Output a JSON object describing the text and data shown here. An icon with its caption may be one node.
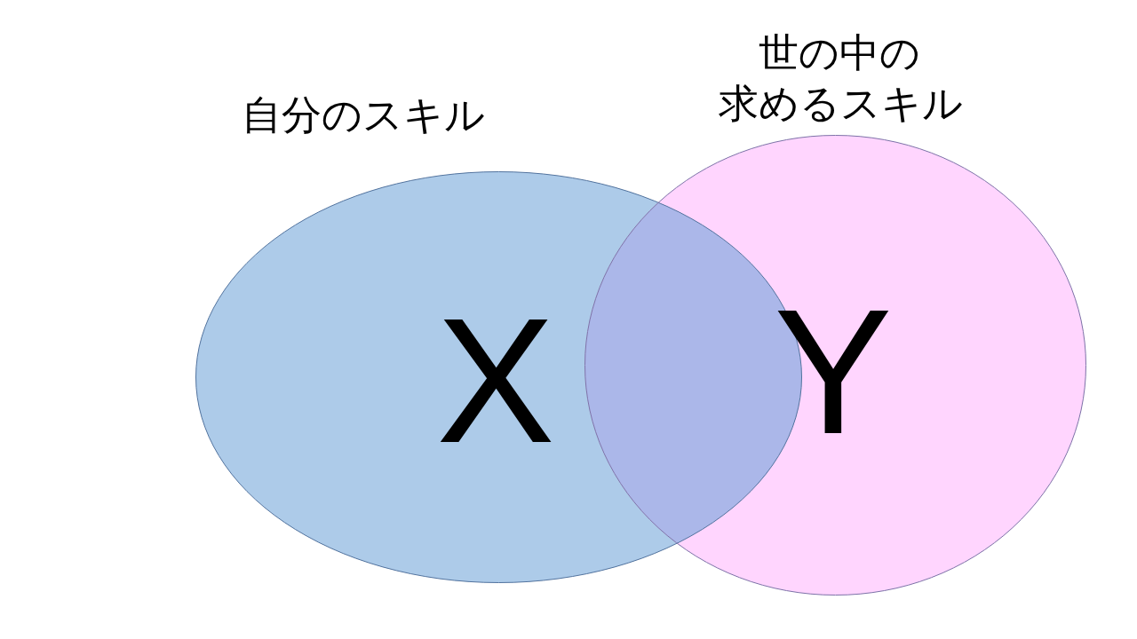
{
  "diagram": {
    "nodes": [
      {
        "text": [
          "自分のスキル",
          "X"
        ]
      },
      {
        "text": [
          "世の中の求めるスキル",
          "Y"
        ]
      }
    ]
  }
}
